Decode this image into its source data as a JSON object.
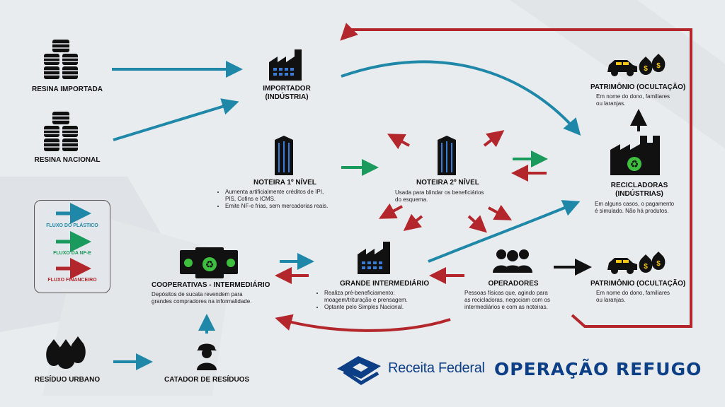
{
  "colors": {
    "plastic_flow": "#1f88a8",
    "nfe_flow": "#1a9a5c",
    "financial_flow": "#b2262c",
    "brand": "#0d3f86",
    "icon": "#111111",
    "recycle": "#3fbf3f"
  },
  "nodes": {
    "resina_importada": {
      "title": "RESINA IMPORTADA",
      "icon": "barrels-icon"
    },
    "resina_nacional": {
      "title": "RESINA NACIONAL",
      "icon": "barrels-icon"
    },
    "importador": {
      "title_line1": "IMPORTADOR",
      "title_line2": "(INDÚSTRIA)",
      "icon": "factory-icon"
    },
    "noteira1": {
      "title": "NOTEIRA 1º NÍVEL",
      "icon": "office-building-icon",
      "bullets": [
        "Aumenta artificialmente créditos de IPI,",
        "PIS, Cofins e ICMS.",
        "Emite NF-e frias, sem mercadorias reais."
      ]
    },
    "noteira2": {
      "title": "NOTEIRA 2º NÍVEL",
      "icon": "office-building-icon",
      "desc_line1": "Usada para blindar os beneficiários",
      "desc_line2": "do esquema."
    },
    "recicladoras": {
      "title_line1": "RECICLADORAS",
      "title_line2": "(INDÚSTRIAS)",
      "icon": "recycling-factory-icon",
      "desc_line1": "Em alguns casos, o pagamento",
      "desc_line2": "é simulado. Não há produtos."
    },
    "patrimonio_top": {
      "title": "PATRIMÔNIO (OCULTAÇÃO)",
      "icon": "car-moneybags-icon",
      "desc_line1": "Em nome do dono, familiares",
      "desc_line2": "ou laranjas."
    },
    "patrimonio_bottom": {
      "title": "PATRIMÔNIO (OCULTAÇÃO)",
      "icon": "car-moneybags-icon",
      "desc_line1": "Em nome do dono, familiares",
      "desc_line2": "ou laranjas."
    },
    "grande_intermediario": {
      "title": "GRANDE INTERMEDIÁRIO",
      "icon": "factory-icon",
      "bullets": [
        "Realiza pré-beneficiamento:",
        "moagem/trituração e prensagem.",
        "Optante pelo Simples Nacional."
      ]
    },
    "operadores": {
      "title": "OPERADORES",
      "icon": "people-icon",
      "desc_line1": "Pessoas físicas que, agindo para",
      "desc_line2": "as recicladoras, negociam com os",
      "desc_line3": "intermediários e com as noteiras."
    },
    "cooperativas": {
      "title": "COOPERATIVAS - INTERMEDIÁRIO",
      "icon": "recycling-bins-icon",
      "desc_line1": "Depósitos de sucata revendem para",
      "desc_line2": "grandes compradores na informalidade."
    },
    "residuo_urbano": {
      "title": "RESÍDUO URBANO",
      "icon": "trash-bags-icon"
    },
    "catador": {
      "title": "CATADOR DE RESÍDUOS",
      "icon": "worker-icon"
    }
  },
  "legend": {
    "plastic": "FLUXO DO PLÁSTICO",
    "nfe": "FLUXO DA NF-E",
    "financial": "FLUXO FINANCEIRO"
  },
  "brand": {
    "name": "Receita Federal",
    "icon": "receita-federal-logo-icon"
  },
  "operation_title": "OPERAÇÃO REFUGO"
}
